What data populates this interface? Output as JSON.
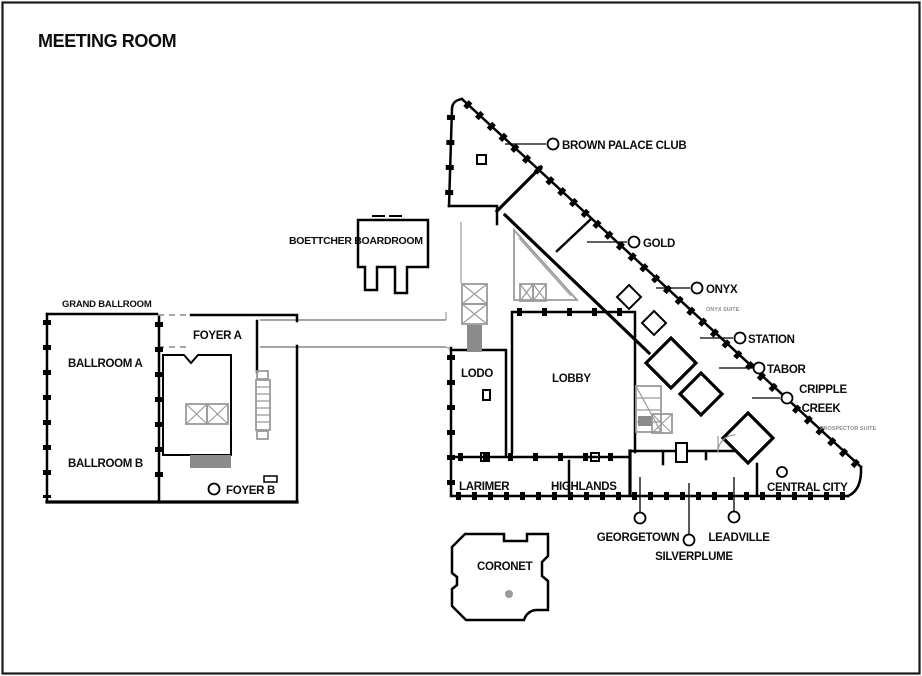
{
  "title": "MEETING ROOM",
  "colors": {
    "wall": "#000000",
    "gray": "#9a9a9a",
    "gray_dark": "#8b8b8b",
    "text": "#0d0d0d",
    "background": "#ffffff"
  },
  "ballroom_wing": {
    "header": "GRAND BALLROOM",
    "ballroom_a": "BALLROOM A",
    "ballroom_b": "BALLROOM B",
    "foyer_a": "FOYER A",
    "foyer_b": "FOYER B"
  },
  "boardroom": {
    "label": "BOETTCHER BOARDROOM"
  },
  "tower": {
    "callouts": {
      "brown_palace_club": "BROWN PALACE CLUB",
      "gold": "GOLD",
      "onyx": "ONYX",
      "station": "STATION",
      "tabor": "TABOR",
      "cripple_creek_1": "CRIPPLE",
      "cripple_creek_2": "CREEK",
      "georgetown": "GEORGETOWN",
      "silverplume": "SILVERPLUME",
      "leadville": "LEADVILLE",
      "central_city": "CENTRAL CITY"
    },
    "rooms": {
      "lodo": "LODO",
      "lobby": "LOBBY",
      "larimer": "LARIMER",
      "highlands": "HIGHLANDS"
    },
    "suites": {
      "onyx_suite": "ONYX SUITE",
      "prospector_suite": "PROSPECTOR SUITE"
    }
  },
  "coronet": {
    "label": "CORONET"
  }
}
